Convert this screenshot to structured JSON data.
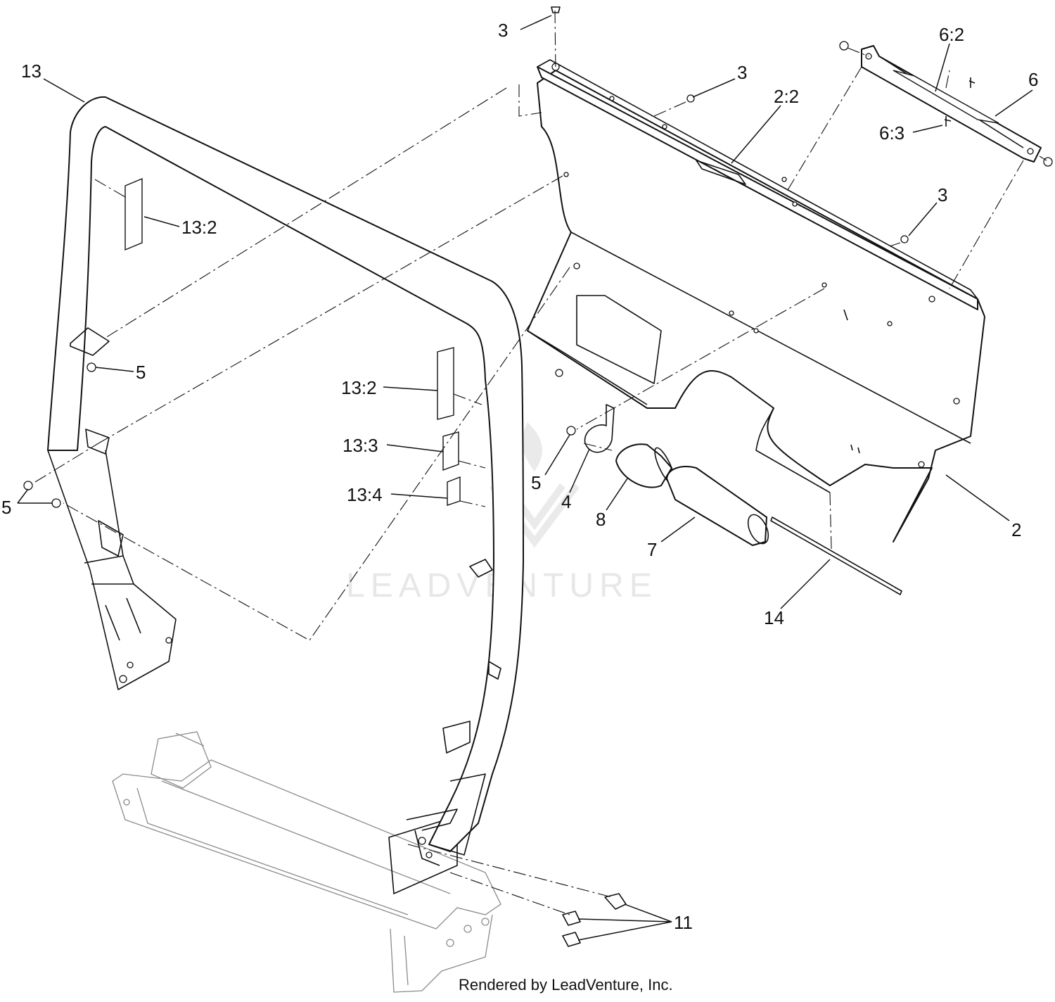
{
  "callouts": {
    "c3_top": "3",
    "c13": "13",
    "c3_mid": "3",
    "c2_2": "2:2",
    "c6_2": "6:2",
    "c6": "6",
    "c6_3": "6:3",
    "c3_right": "3",
    "c13_2_left": "13:2",
    "c5_upper": "5",
    "c13_2_right": "13:2",
    "c13_3": "13:3",
    "c13_4": "13:4",
    "c5_center": "5",
    "c4": "4",
    "c8": "8",
    "c7": "7",
    "c2": "2",
    "c14": "14",
    "c5_left": "5",
    "c11": "11"
  },
  "watermark": "LEADVENTURE",
  "credit": "Rendered by LeadVenture, Inc."
}
